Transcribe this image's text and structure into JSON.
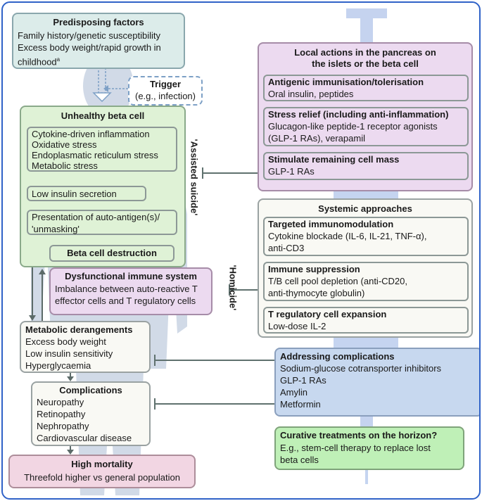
{
  "predisposing": {
    "title": "Predisposing factors",
    "lines": [
      "Family history/genetic susceptibility",
      "Excess body weight/rapid growth in",
      "childhood"
    ],
    "superscript": "a"
  },
  "trigger": {
    "title": "Trigger",
    "example": "(e.g., infection)"
  },
  "unhealthy": {
    "title": "Unhealthy beta cell",
    "stresses": [
      "Cytokine-driven inflammation",
      "Oxidative stress",
      "Endoplasmatic reticulum stress",
      "Metabolic stress"
    ],
    "low_insulin": "Low insulin secretion",
    "presentation": [
      "Presentation of auto-antigen(s)/",
      "'unmasking'"
    ],
    "destruction": "Beta cell destruction"
  },
  "dysfunctional": {
    "title": "Dysfunctional immune system",
    "lines": [
      "Imbalance between auto-reactive T",
      "effector cells and T regulatory cells"
    ]
  },
  "metabolic": {
    "title": "Metabolic derangements",
    "lines": [
      "Excess body weight",
      "Low insulin sensitivity",
      "Hyperglycaemia"
    ]
  },
  "complications": {
    "title": "Complications",
    "lines": [
      "Neuropathy",
      "Retinopathy",
      "Nephropathy",
      "Cardiovascular disease"
    ]
  },
  "mortality": {
    "title": "High mortality",
    "line": "Threefold higher vs general population"
  },
  "labels": {
    "assisted": "'Assisted suicide'",
    "homicide": "'Homicide'"
  },
  "local": {
    "title": [
      "Local actions in the pancreas on",
      "the islets or the beta cell"
    ],
    "items": [
      {
        "title": "Antigenic immunisation/tolerisation",
        "lines": [
          "Oral insulin, peptides"
        ]
      },
      {
        "title": "Stress relief (including anti-inflammation)",
        "lines": [
          "Glucagon-like peptide-1 receptor agonists",
          "(GLP-1 RAs), verapamil"
        ]
      },
      {
        "title": "Stimulate remaining cell mass",
        "lines": [
          "GLP-1 RAs"
        ]
      }
    ]
  },
  "systemic": {
    "title": "Systemic approaches",
    "items": [
      {
        "title": "Targeted immunomodulation",
        "lines": [
          "Cytokine blockade (IL-6, IL-21, TNF-α),",
          "anti-CD3"
        ]
      },
      {
        "title": "Immune suppression",
        "lines": [
          "T/B cell pool depletion (anti-CD20,",
          "anti-thymocyte globulin)"
        ]
      },
      {
        "title": "T regulatory cell expansion",
        "lines": [
          "Low-dose IL-2"
        ]
      }
    ]
  },
  "addressing": {
    "title": "Addressing complications",
    "lines": [
      "Sodium-glucose cotransporter inhibitors",
      "GLP-1 RAs",
      "Amylin",
      "Metformin"
    ]
  },
  "curative": {
    "title": "Curative treatments on the horizon?",
    "lines": [
      "E.g., stem-cell therapy to replace lost",
      "beta cells"
    ]
  },
  "colors": {
    "frame": "#2f62c8",
    "silhouette": "#c9d3e3",
    "syringe": "#b7c9ec",
    "connector": "#5f716e",
    "arrow": "#5c6b69"
  }
}
